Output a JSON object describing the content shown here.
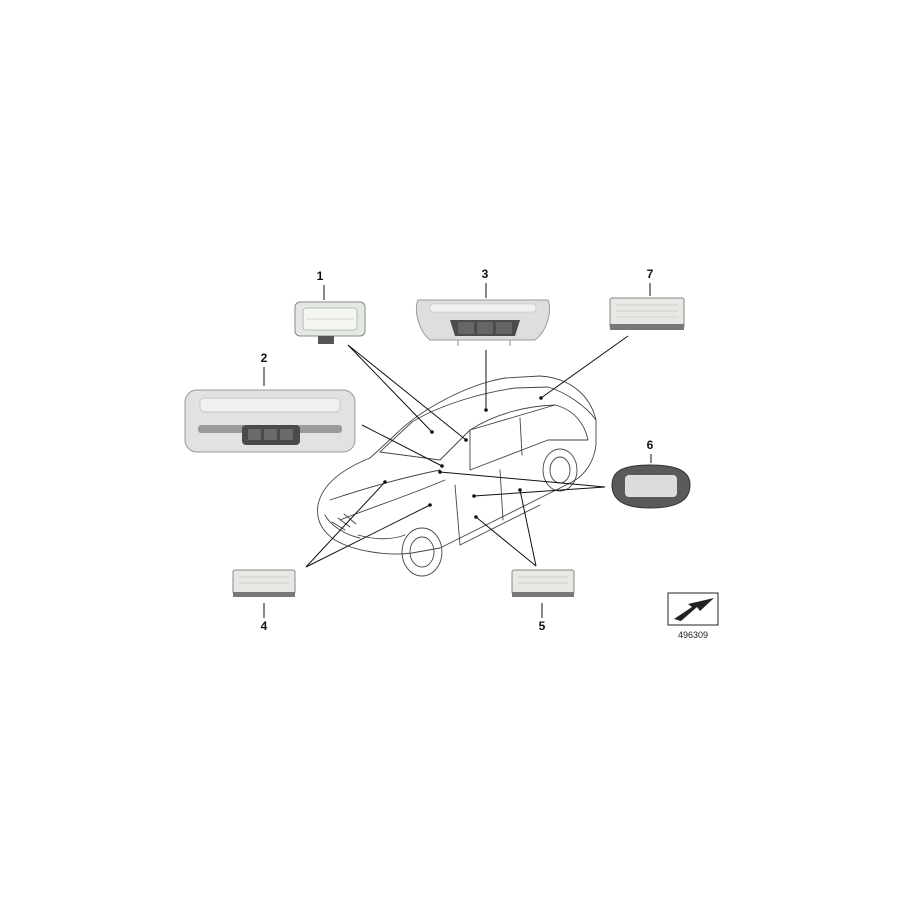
{
  "parts": [
    {
      "number": "1",
      "icon": "reading-light-icon"
    },
    {
      "number": "2",
      "icon": "interior-light-panel-icon"
    },
    {
      "number": "3",
      "icon": "overhead-console-icon"
    },
    {
      "number": "4",
      "icon": "footwell-light-icon"
    },
    {
      "number": "5",
      "icon": "door-light-icon"
    },
    {
      "number": "6",
      "icon": "vanity-light-icon"
    },
    {
      "number": "7",
      "icon": "luggage-compartment-light-icon"
    }
  ],
  "reference": {
    "number": "496309",
    "icon": "direction-arrow-icon"
  },
  "colors": {
    "line": "#111111",
    "part_fill": "#d8d8d8",
    "part_dark": "#4a4a4a"
  }
}
